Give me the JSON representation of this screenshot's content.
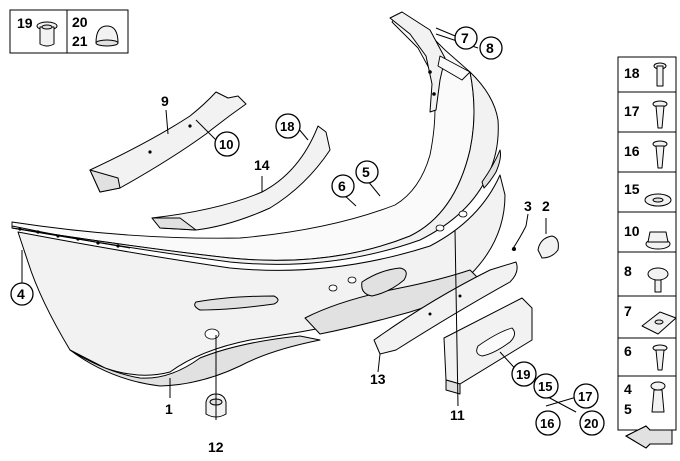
{
  "callouts": {
    "c1": "1",
    "c2": "2",
    "c3": "3",
    "c4": "4",
    "c5": "5",
    "c6": "6",
    "c7": "7",
    "c8": "8",
    "c9": "9",
    "c10": "10",
    "c11": "11",
    "c12": "12",
    "c13": "13",
    "c14": "14",
    "c15": "15",
    "c16": "16",
    "c17": "17",
    "c18": "18",
    "c19": "19",
    "c20": "20"
  },
  "inset_top": {
    "a": "19",
    "b": "20",
    "c": "21"
  },
  "legend": {
    "l18": "18",
    "l17": "17",
    "l16": "16",
    "l15": "15",
    "l10": "10",
    "l8": "8",
    "l7": "7",
    "l6": "6",
    "l4": "4",
    "l5": "5"
  }
}
